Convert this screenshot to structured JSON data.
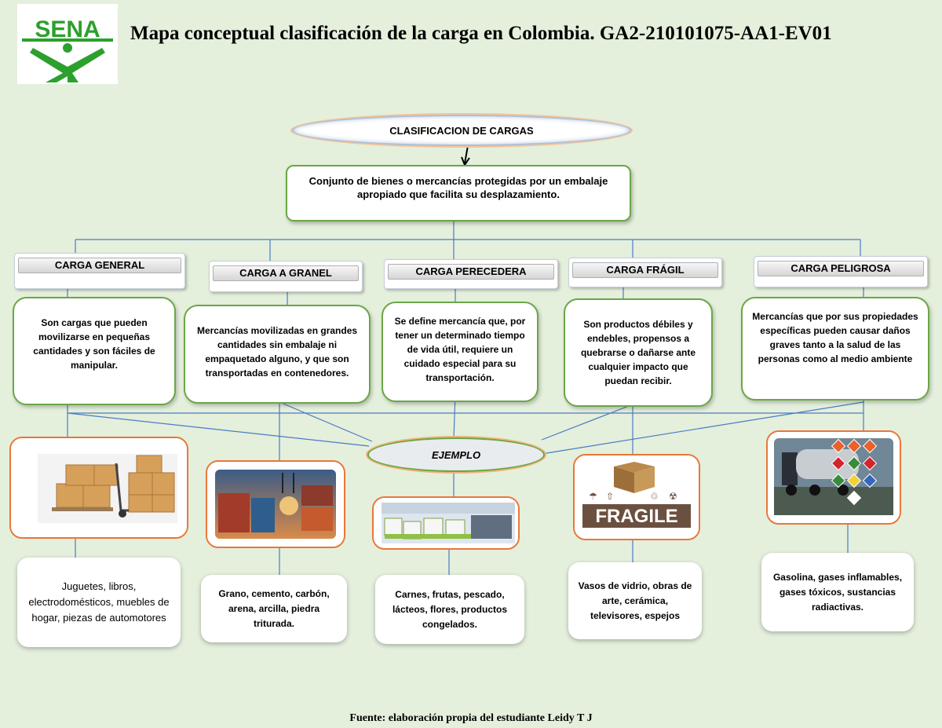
{
  "header": {
    "logo_text": "SENA",
    "title": "Mapa conceptual clasificación de la carga en Colombia. GA2-210101075-AA1-EV01"
  },
  "map": {
    "root": "CLASIFICACION DE CARGAS",
    "definition": "Conjunto de bienes o mercancías protegidas por un embalaje apropiado que facilita su desplazamiento.",
    "example_label": "EJEMPLO",
    "categories": [
      {
        "label": "CARGA GENERAL",
        "description": "Son cargas que pueden movilizarse en pequeñas cantidades y son fáciles de manipular.",
        "image": "boxes-on-hand-truck",
        "examples": "Juguetes, libros, electrodomésticos, muebles de hogar, piezas de automotores"
      },
      {
        "label": "CARGA A GRANEL",
        "description": "Mercancías movilizadas en grandes cantidades sin embalaje ni empaquetado alguno, y que son transportadas en contenedores.",
        "image": "shipping-containers-port",
        "examples": "Grano, cemento, carbón, arena, arcilla, piedra triturada."
      },
      {
        "label": "CARGA PERECEDERA",
        "description": "Se define mercancía que, por tener un determinado tiempo de vida útil, requiere un cuidado especial para su transportación.",
        "image": "refrigerated-warehouse",
        "examples": "Carnes, frutas, pescado, lácteos, flores, productos congelados."
      },
      {
        "label": "CARGA FRÁGIL",
        "description": "Son productos débiles y endebles, propensos a quebrarse o dañarse ante cualquier impacto que puedan recibir.",
        "image": "fragile-box",
        "image_text": "FRAGILE",
        "examples": "Vasos de vidrio, obras de arte, cerámica, televisores, espejos"
      },
      {
        "label": "CARGA PELIGROSA",
        "description": "Mercancías que por sus propiedades específicas pueden causar daños graves tanto a la salud de las personas como al medio ambiente",
        "image": "tanker-truck-hazmat",
        "examples": "Gasolina, gases inflamables, gases tóxicos, sustancias radiactivas."
      }
    ]
  },
  "footer": "Fuente: elaboración propia del estudiante Leidy T J",
  "colors": {
    "background": "#e4efdc",
    "green_border": "#6aa746",
    "orange_border": "#e8773a",
    "connector_blue": "#4a7cc4",
    "sena_green": "#2ca02c"
  }
}
